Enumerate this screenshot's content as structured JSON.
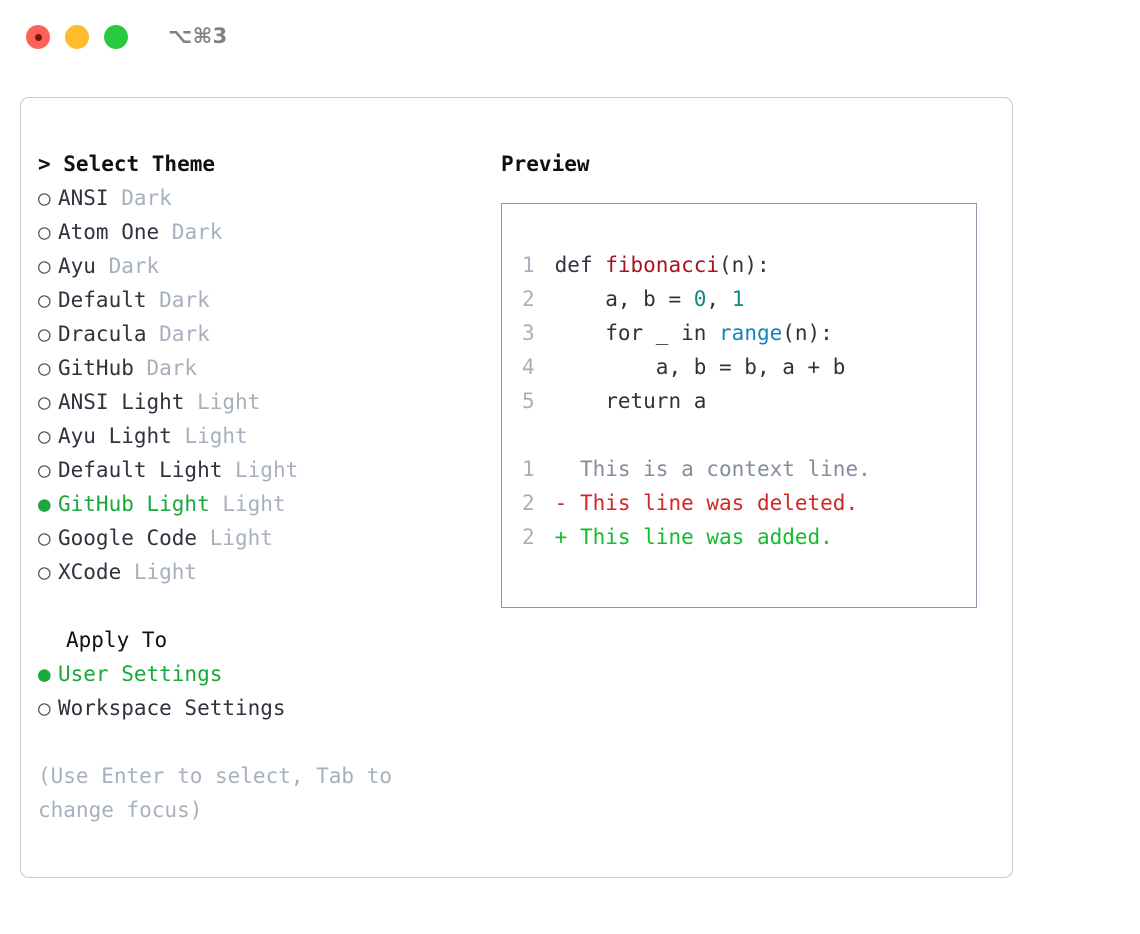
{
  "window": {
    "shortcut": "⌥⌘3",
    "traffic_lights": [
      {
        "name": "close",
        "color": "#ff6058"
      },
      {
        "name": "minimize",
        "color": "#ffbd2e"
      },
      {
        "name": "maximize",
        "color": "#28c840"
      }
    ]
  },
  "theme_picker": {
    "title": "> Select Theme",
    "selected_bullet": "●",
    "unselected_bullet": "○",
    "accent_color": "#18a83b",
    "items": [
      {
        "name": "ANSI",
        "tag": "Dark",
        "selected": false
      },
      {
        "name": "Atom One",
        "tag": "Dark",
        "selected": false
      },
      {
        "name": "Ayu",
        "tag": "Dark",
        "selected": false
      },
      {
        "name": "Default",
        "tag": "Dark",
        "selected": false
      },
      {
        "name": "Dracula",
        "tag": "Dark",
        "selected": false
      },
      {
        "name": "GitHub",
        "tag": "Dark",
        "selected": false
      },
      {
        "name": "ANSI Light",
        "tag": "Light",
        "selected": false
      },
      {
        "name": "Ayu Light",
        "tag": "Light",
        "selected": false
      },
      {
        "name": "Default Light",
        "tag": "Light",
        "selected": false
      },
      {
        "name": "GitHub Light",
        "tag": "Light",
        "selected": true
      },
      {
        "name": "Google Code",
        "tag": "Light",
        "selected": false
      },
      {
        "name": "XCode",
        "tag": "Light",
        "selected": false
      }
    ]
  },
  "apply_to": {
    "heading": "Apply To",
    "options": [
      {
        "name": "User Settings",
        "selected": true
      },
      {
        "name": "Workspace Settings",
        "selected": false
      }
    ]
  },
  "hint": "(Use Enter to select, Tab to change focus)",
  "preview": {
    "title": "Preview",
    "code_lines": [
      {
        "number": "1",
        "tokens": [
          {
            "text": "def ",
            "type": "plain"
          },
          {
            "text": "fibonacci",
            "type": "function"
          },
          {
            "text": "(n):",
            "type": "plain"
          }
        ]
      },
      {
        "number": "2",
        "tokens": [
          {
            "text": "    a, b = ",
            "type": "plain"
          },
          {
            "text": "0",
            "type": "number"
          },
          {
            "text": ", ",
            "type": "plain"
          },
          {
            "text": "1",
            "type": "number"
          }
        ]
      },
      {
        "number": "3",
        "tokens": [
          {
            "text": "    for _ in ",
            "type": "plain"
          },
          {
            "text": "range",
            "type": "call"
          },
          {
            "text": "(n):",
            "type": "plain"
          }
        ]
      },
      {
        "number": "4",
        "tokens": [
          {
            "text": "        a, b = b, a + b",
            "type": "plain"
          }
        ]
      },
      {
        "number": "5",
        "tokens": [
          {
            "text": "    return a",
            "type": "plain"
          }
        ]
      }
    ],
    "diff_lines": [
      {
        "number": "1",
        "marker": "  ",
        "text": "This is a context line.",
        "kind": "context"
      },
      {
        "number": "2",
        "marker": "- ",
        "text": "This line was deleted.",
        "kind": "deleted"
      },
      {
        "number": "2",
        "marker": "+ ",
        "text": "This line was added.",
        "kind": "added"
      }
    ]
  },
  "colors": {
    "accent_green": "#18a83b",
    "muted": "#a7b0bd",
    "text": "#2f333d",
    "function": "#a6151c",
    "number": "#0d8a83",
    "call": "#1581bd",
    "diff_deleted": "#d42424",
    "diff_added": "#13bb2e",
    "diff_context": "#838d9b",
    "panel_border": "#c3cbd6",
    "preview_border": "#8e9aab"
  }
}
